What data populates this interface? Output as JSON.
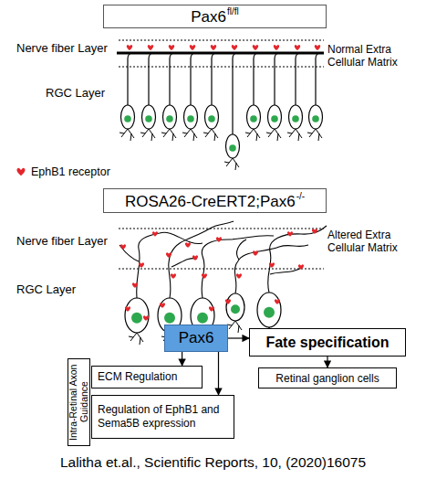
{
  "diagram": {
    "caption": "Lalitha et.al., Scientific Reports, 10, (2020)16075",
    "nodes": [
      {
        "text": [
          "Pax6",
          "fl/fl"
        ]
      },
      {
        "text": [
          "ROSA26-CreERT2;Pax6",
          "-/-"
        ]
      },
      {
        "text": [
          "Pax6"
        ]
      },
      {
        "text": [
          "Fate specification"
        ]
      },
      {
        "text": [
          "Intra-Retinal Axon Guidance"
        ]
      },
      {
        "text": [
          "ECM Regulation"
        ]
      },
      {
        "text": [
          "Regulation of EphB1 and Sema5B expression"
        ]
      },
      {
        "text": [
          "Retinal ganglion cells"
        ]
      }
    ],
    "edges": [
      {
        "from": 2,
        "to": 3,
        "arrow": "to"
      },
      {
        "from": 2,
        "to": 5,
        "arrow": "to"
      },
      {
        "from": 2,
        "to": 6,
        "arrow": "to"
      },
      {
        "from": 3,
        "to": 7,
        "arrow": "to"
      }
    ],
    "labels": [
      "Nerve fiber Layer",
      "Normal Extra Cellular Matrix",
      "RGC Layer",
      "Nerve fiber Layer",
      "Altered Extra Cellular Matrix",
      "RGC Layer"
    ],
    "legend": [
      {
        "text": "EphB1 receptor",
        "color": "#e3262b"
      }
    ]
  }
}
